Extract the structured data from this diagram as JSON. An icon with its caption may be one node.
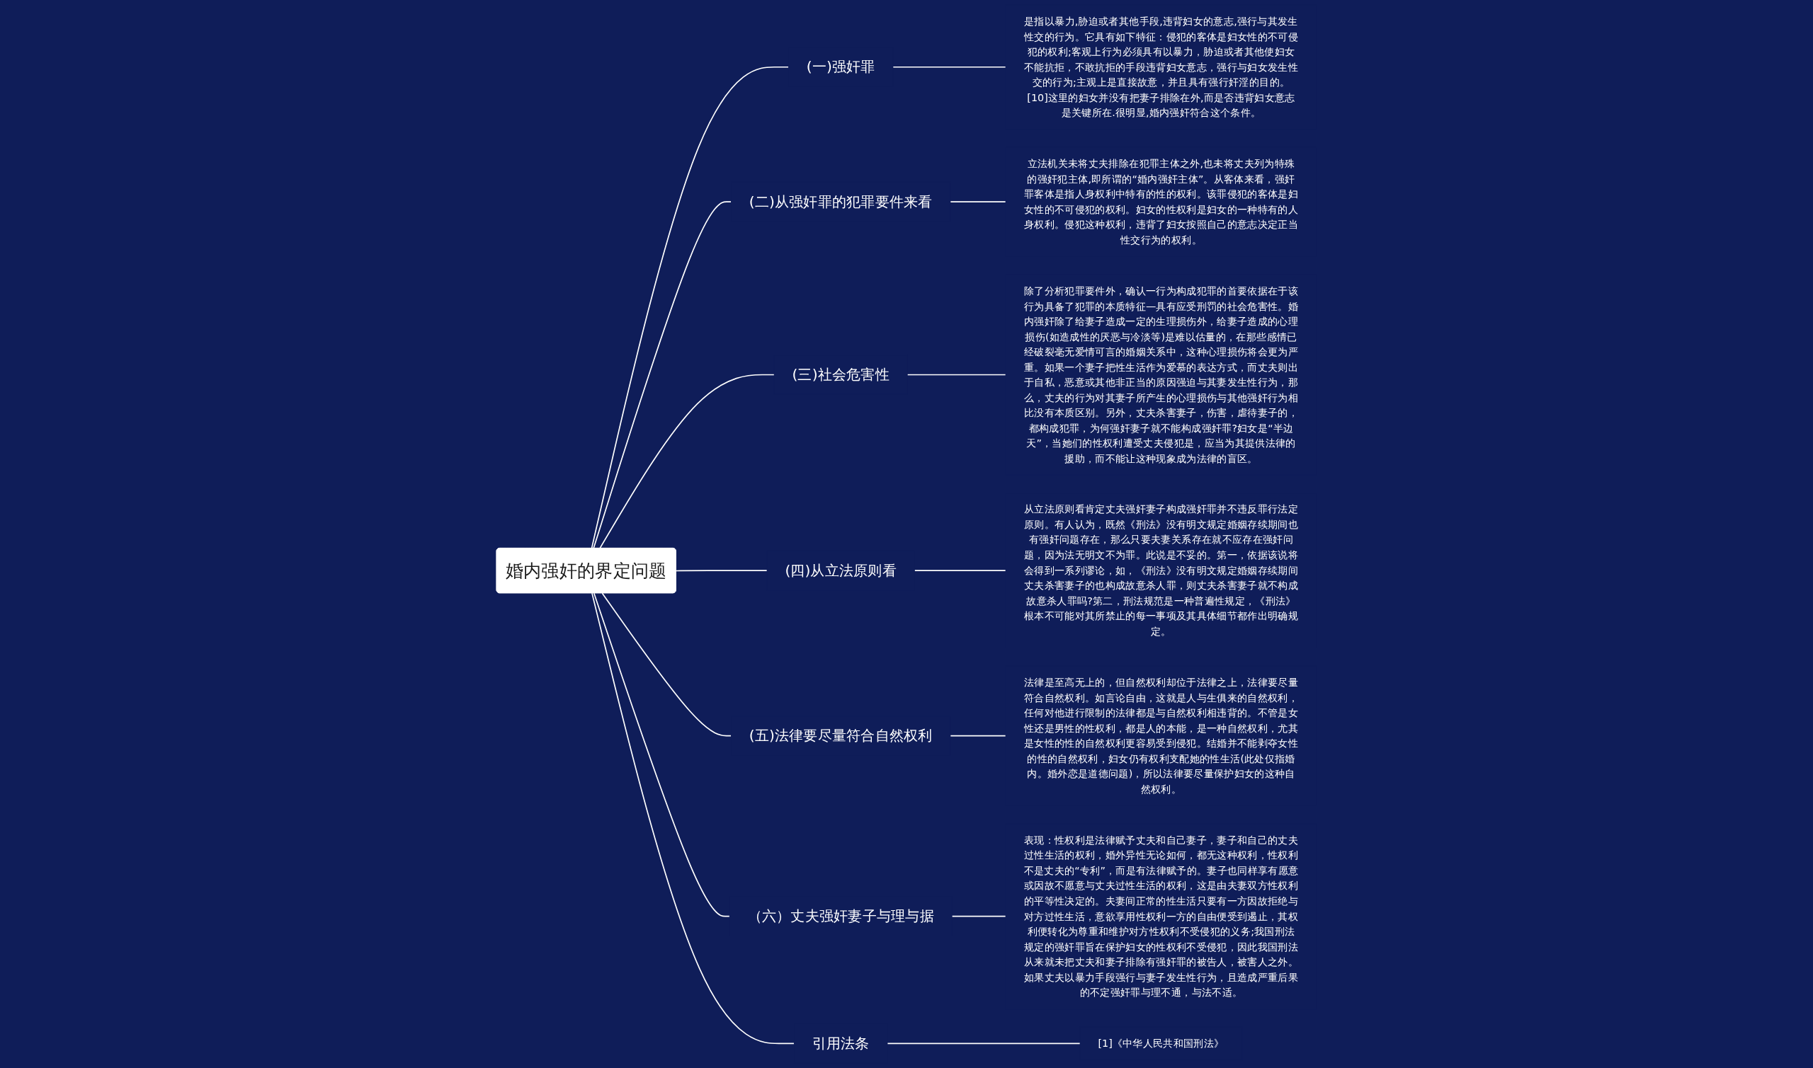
{
  "diagram": {
    "nodes": [
      {
        "text": [
          "婚内强奸的界定问题"
        ]
      },
      {
        "text": [
          "(一)强奸罪"
        ]
      },
      {
        "text": [
          "是指以暴力,胁迫或者其他手段,违背妇女的意志,强行与其发生性交的行为。它具有如下特征：侵犯的客体是妇女性的不可侵犯的权利;客观上行为必须具有以暴力，胁迫或者其他使妇女不能抗拒，不敢抗拒的手段违背妇女意志，强行与妇女发生性交的行为;主观上是直接故意，并且具有强行奸淫的目的。[10]这里的妇女并没有把妻子排除在外,而是否违背妇女意志是关键所在.很明显,婚内强奸符合这个条件。"
        ]
      },
      {
        "text": [
          "(二)从强奸罪的犯罪要件来看"
        ]
      },
      {
        "text": [
          "立法机关未将丈夫排除在犯罪主体之外,也未将丈夫列为特殊的强奸犯主体,即所谓的“婚内强奸主体”。从客体来看，强奸罪客体是指人身权利中特有的性的权利。该罪侵犯的客体是妇女性的不可侵犯的权利。妇女的性权利是妇女的一种特有的人身权利。侵犯这种权利，违背了妇女按照自己的意志决定正当性交行为的权利。"
        ]
      },
      {
        "text": [
          "(三)社会危害性"
        ]
      },
      {
        "text": [
          "除了分析犯罪要件外，确认一行为构成犯罪的首要依据在于该行为具备了犯罪的本质特征—具有应受刑罚的社会危害性。婚内强奸除了给妻子造成一定的生理损伤外，给妻子造成的心理损伤(如造成性的厌恶与冷淡等)是难以估量的，在那些感情已经破裂毫无爱情可言的婚姻关系中，这种心理损伤将会更为严重。如果一个妻子把性生活作为爱慕的表达方式，而丈夫则出于自私，恶意或其他非正当的原因强迫与其妻发生性行为，那么，丈夫的行为对其妻子所产生的心理损伤与其他强奸行为相比没有本质区别。另外，丈夫杀害妻子，伤害，虐待妻子的，都构成犯罪，为何强奸妻子就不能构成强奸罪?妇女是“半边天”，当她们的性权利遭受丈夫侵犯是，应当为其提供法律的援助，而不能让这种现象成为法律的盲区。"
        ]
      },
      {
        "text": [
          "(四)从立法原则看"
        ]
      },
      {
        "text": [
          "从立法原则看肯定丈夫强奸妻子构成强奸罪并不违反罪行法定原则。有人认为，既然《刑法》没有明文规定婚姻存续期间也有强奸问题存在，那么只要夫妻关系存在就不应存在强奸问题，因为法无明文不为罪。此说是不妥的。第一，依据该说将会得到一系列谬论，如，《刑法》没有明文规定婚姻存续期间丈夫杀害妻子的也构成故意杀人罪，则丈夫杀害妻子就不构成故意杀人罪吗?第二，刑法规范是一种普遍性规定，《刑法》根本不可能对其所禁止的每一事项及其具体细节都作出明确规定。"
        ]
      },
      {
        "text": [
          "(五)法律要尽量符合自然权利"
        ]
      },
      {
        "text": [
          "法律是至高无上的，但自然权利却位于法律之上，法律要尽量符合自然权利。如言论自由，这就是人与生俱来的自然权利，任何对他进行限制的法律都是与自然权利相违背的。不管是女性还是男性的性权利，都是人的本能，是一种自然权利，尤其是女性的性的自然权利更容易受到侵犯。结婚并不能剥夺女性的性的自然权利，妇女仍有权利支配她的性生活(此处仅指婚内。婚外恋是道德问题)，所以法律要尽量保护妇女的这种自然权利。"
        ]
      },
      {
        "text": [
          "（六）丈夫强奸妻子与理与据"
        ]
      },
      {
        "text": [
          "表现：性权利是法律赋予丈夫和自己妻子，妻子和自己的丈夫过性生活的权利，婚外异性无论如何，都无这种权利，性权利不是丈夫的“专利”，而是有法律赋予的。妻子也同样享有愿意或因故不愿意与丈夫过性生活的权利，这是由夫妻双方性权利的平等性决定的。夫妻间正常的性生活只要有一方因故拒绝与对方过性生活，意欲享用性权利一方的自由便受到遏止，其权利便转化为尊重和维护对方性权利不受侵犯的义务;我国刑法规定的强奸罪旨在保护妇女的性权利不受侵犯，因此我国刑法从来就未把丈夫和妻子排除有强奸罪的被告人，被害人之外。如果丈夫以暴力手段强行与妻子发生性行为，且造成严重后果的不定强奸罪与理不通，与法不适。"
        ]
      },
      {
        "text": [
          "引用法条"
        ]
      },
      {
        "text": [
          "[1]《中华人民共和国刑法》"
        ]
      }
    ],
    "edges": [
      {
        "from": 0,
        "to": 1,
        "arrow": "none"
      },
      {
        "from": 1,
        "to": 2,
        "arrow": "none"
      },
      {
        "from": 0,
        "to": 3,
        "arrow": "none"
      },
      {
        "from": 3,
        "to": 4,
        "arrow": "none"
      },
      {
        "from": 0,
        "to": 5,
        "arrow": "none"
      },
      {
        "from": 5,
        "to": 6,
        "arrow": "none"
      },
      {
        "from": 0,
        "to": 7,
        "arrow": "none"
      },
      {
        "from": 7,
        "to": 8,
        "arrow": "none"
      },
      {
        "from": 0,
        "to": 9,
        "arrow": "none"
      },
      {
        "from": 9,
        "to": 10,
        "arrow": "none"
      },
      {
        "from": 0,
        "to": 11,
        "arrow": "none"
      },
      {
        "from": 11,
        "to": 12,
        "arrow": "none"
      },
      {
        "from": 0,
        "to": 13,
        "arrow": "none"
      },
      {
        "from": 13,
        "to": 14,
        "arrow": "none"
      }
    ]
  }
}
